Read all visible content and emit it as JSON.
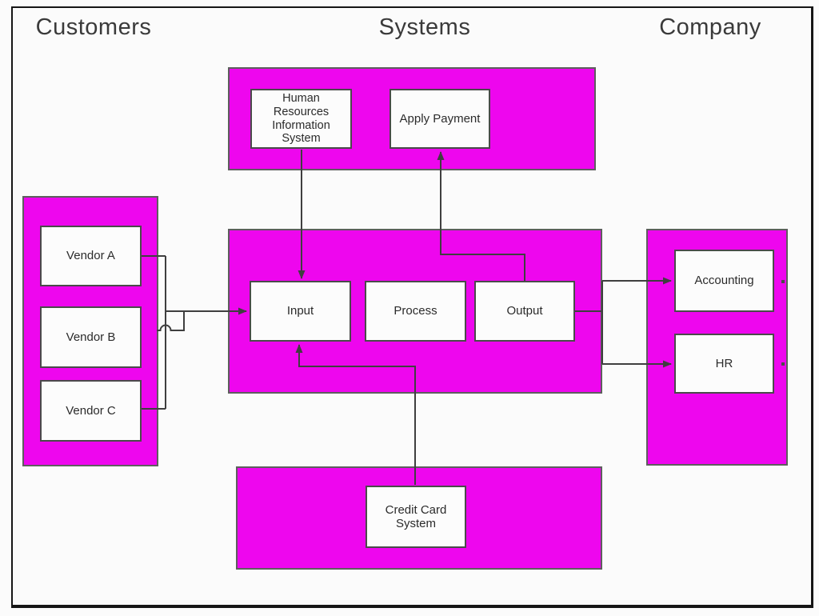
{
  "headers": {
    "customers": "Customers",
    "systems": "Systems",
    "company": "Company"
  },
  "boxes": {
    "vendor_a": "Vendor A",
    "vendor_b": "Vendor B",
    "vendor_c": "Vendor C",
    "hris": "Human Resources Information System",
    "apply_payment": "Apply Payment",
    "input": "Input",
    "process": "Process",
    "output": "Output",
    "credit_card": "Credit Card System",
    "accounting": "Accounting",
    "hr": "HR"
  },
  "connections": [
    {
      "from": "Vendor A",
      "to": "Input"
    },
    {
      "from": "Vendor B",
      "to": "Input"
    },
    {
      "from": "Vendor C",
      "to": "Input"
    },
    {
      "from": "Human Resources Information System",
      "to": "Input"
    },
    {
      "from": "Credit Card System",
      "to": "Input"
    },
    {
      "from": "Output",
      "to": "Apply Payment"
    },
    {
      "from": "Output",
      "to": "Accounting"
    },
    {
      "from": "Output",
      "to": "HR"
    }
  ],
  "colors": {
    "container_fill": "#EE06EE",
    "container_border": "#5E5E5E",
    "box_fill": "#FCFCFC",
    "box_border": "#4A4A4A",
    "connector": "#3F3F3F",
    "text": "#2B2B2B",
    "heading": "#3A3A3A",
    "frame_border": "#161616",
    "background": "#FBFBFB"
  }
}
